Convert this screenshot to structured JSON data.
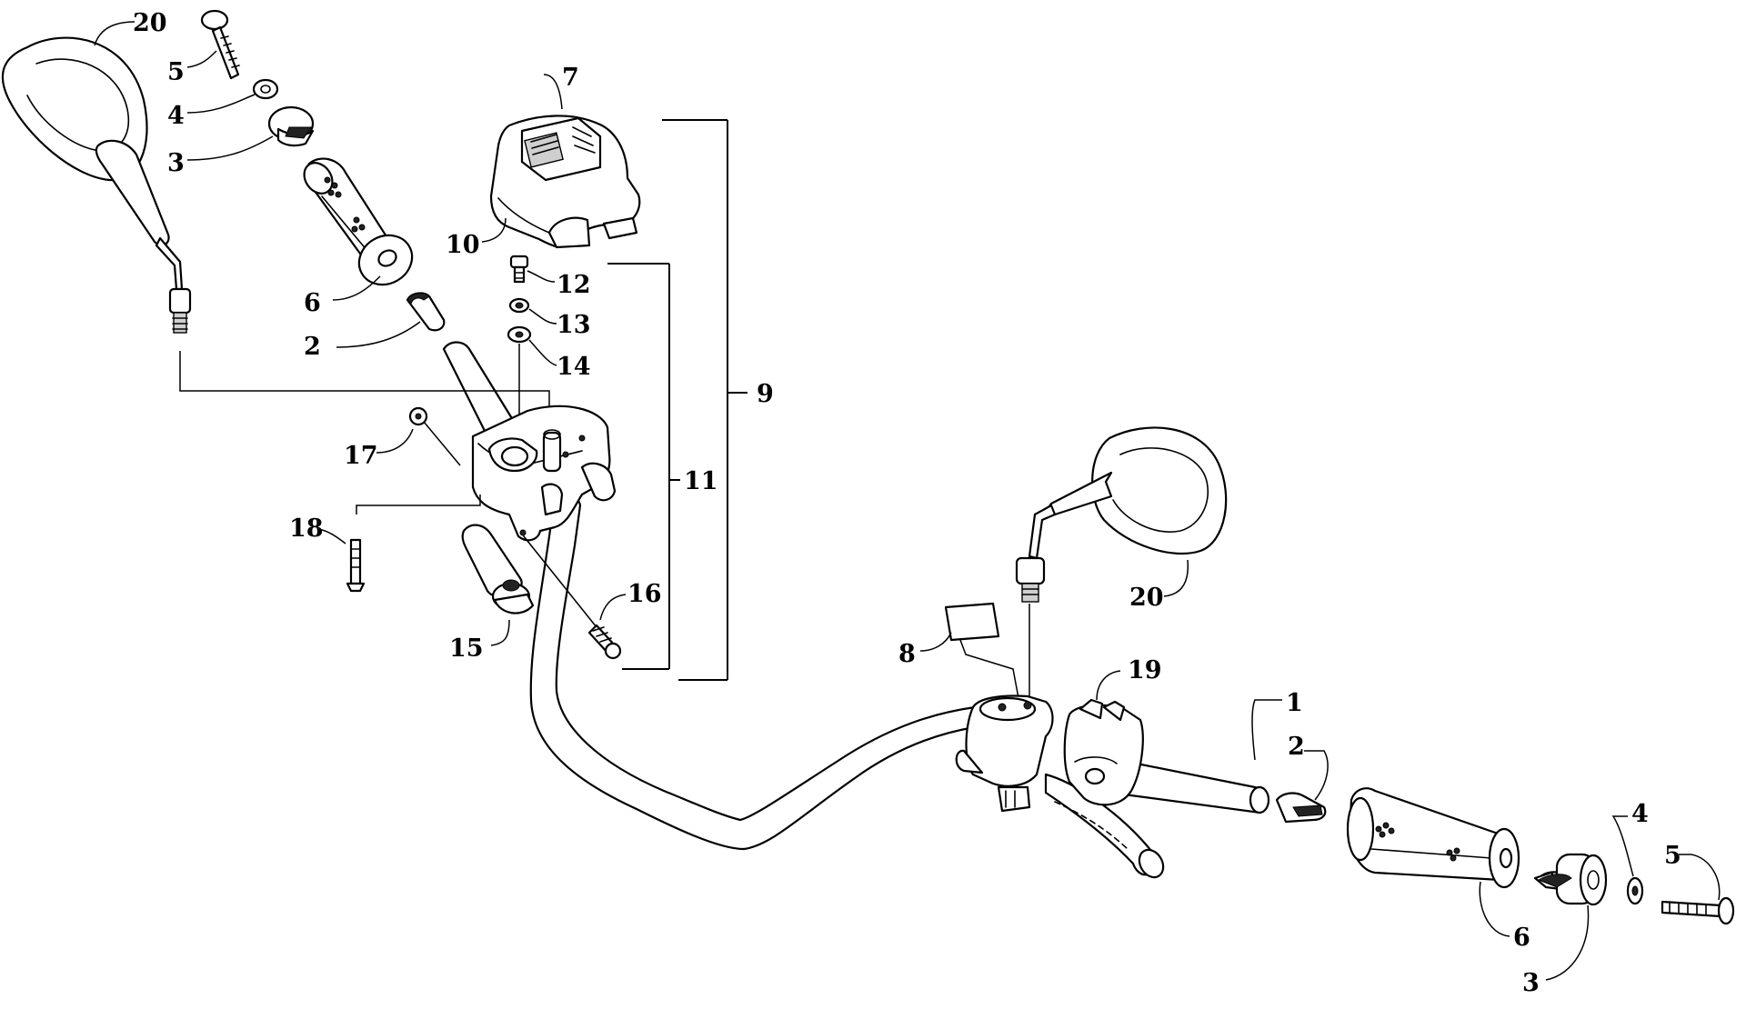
{
  "callouts": {
    "c1": "1",
    "c2_left": "2",
    "c2_right": "2",
    "c3_left": "3",
    "c3_right": "3",
    "c4_left": "4",
    "c4_right": "4",
    "c5_left": "5",
    "c5_right": "5",
    "c6_left": "6",
    "c6_right": "6",
    "c7": "7",
    "c8": "8",
    "c9": "9",
    "c10": "10",
    "c11": "11",
    "c12": "12",
    "c13": "13",
    "c14": "14",
    "c15": "15",
    "c16": "16",
    "c17": "17",
    "c18": "18",
    "c19": "19",
    "c20_left": "20",
    "c20_right": "20"
  }
}
